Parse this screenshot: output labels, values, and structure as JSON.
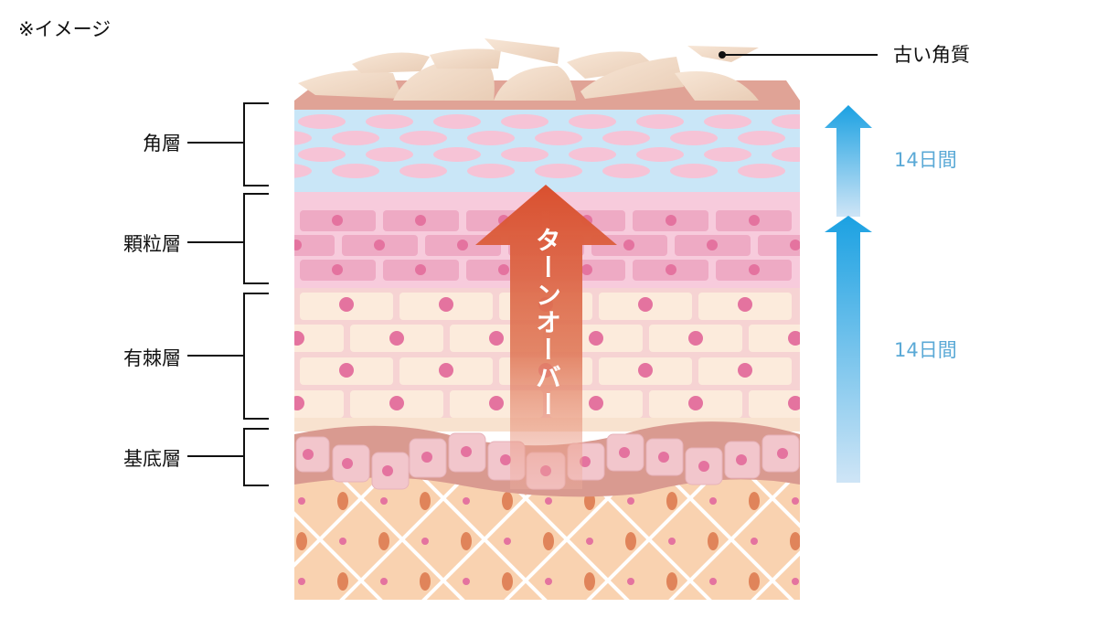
{
  "note": "※イメージ",
  "callout": {
    "label": "古い角質"
  },
  "layers": [
    {
      "label": "角層",
      "color": "#c9e6f7"
    },
    {
      "label": "顆粒層",
      "color": "#f0a9c4"
    },
    {
      "label": "有棘層",
      "color": "#fcebdc"
    },
    {
      "label": "基底層",
      "color": "#d99a90"
    }
  ],
  "turnover": {
    "label": "ターンオーバー",
    "color": "#d9502f"
  },
  "durations": [
    {
      "label": "14日間",
      "color": "#5aa9d6"
    },
    {
      "label": "14日間",
      "color": "#5aa9d6"
    }
  ],
  "colors": {
    "nucleus": "#e4739f",
    "dermis": "#f9d2b0",
    "dermis_node": "#e0845a",
    "arrow_blue": "#1ba1e2"
  }
}
